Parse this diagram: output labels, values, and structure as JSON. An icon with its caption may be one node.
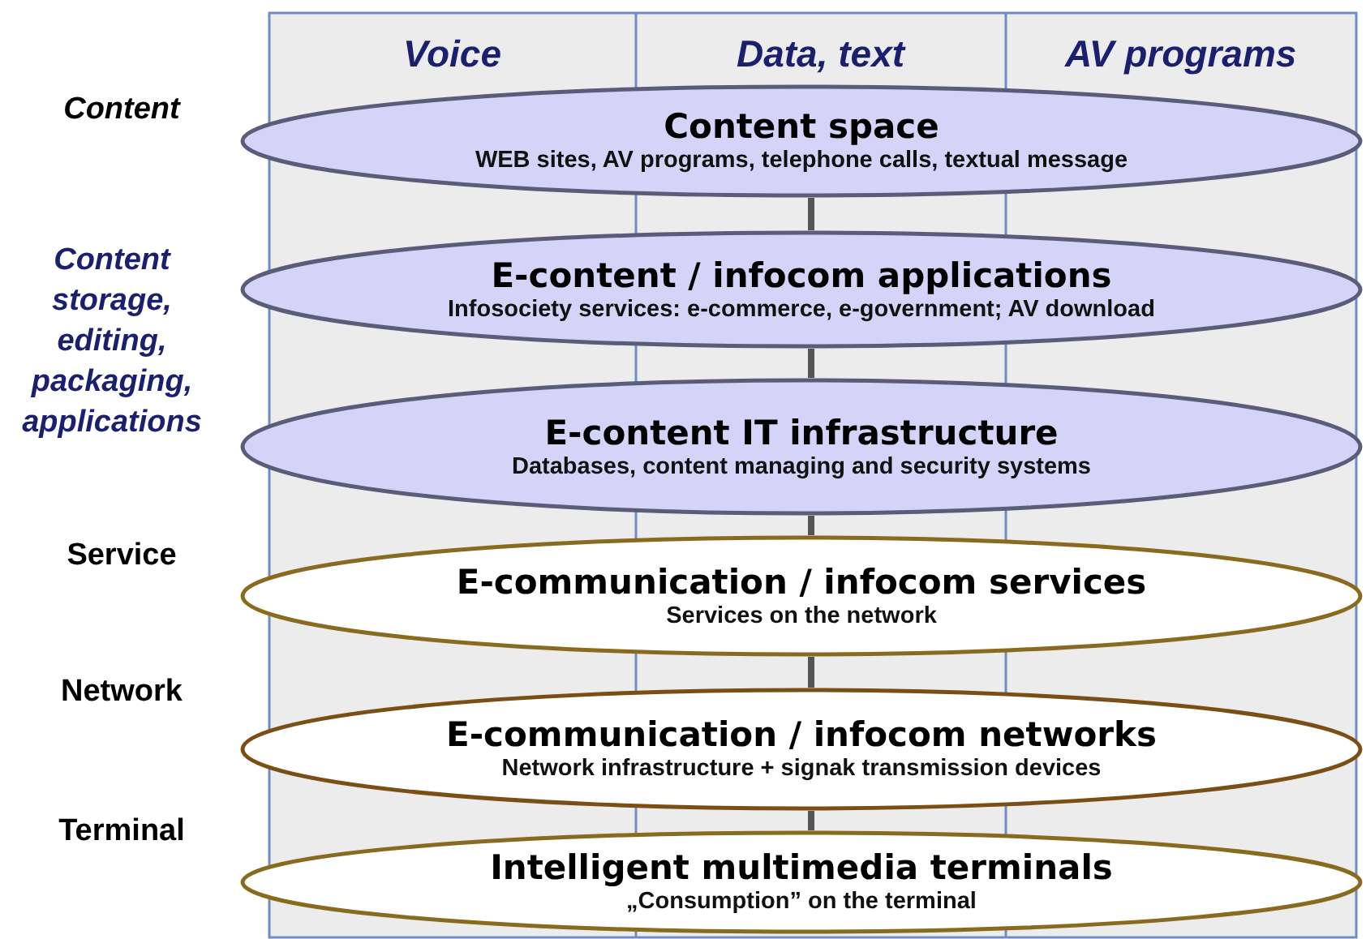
{
  "diagram": {
    "nodes": [
      {
        "text": [
          "Content space",
          "WEB sites, AV programs, telephone calls, textual message"
        ]
      },
      {
        "text": [
          "E-content / infocom applications",
          "Infosociety services: e-commerce, e-government; AV download"
        ]
      },
      {
        "text": [
          "E-content IT infrastructure",
          "Databases, content managing and security systems"
        ]
      },
      {
        "text": [
          "E-communication / infocom services",
          "Services on the network"
        ]
      },
      {
        "text": [
          "E-communication / infocom networks",
          "Network infrastructure + signak transmission devices"
        ]
      },
      {
        "text": [
          "Intelligent multimedia terminals",
          "„Consumption” on the terminal"
        ]
      }
    ],
    "edges": [
      {
        "from": 0,
        "to": 1,
        "arrow": "none"
      },
      {
        "from": 1,
        "to": 2,
        "arrow": "none"
      },
      {
        "from": 2,
        "to": 3,
        "arrow": "none"
      },
      {
        "from": 3,
        "to": 4,
        "arrow": "none"
      },
      {
        "from": 4,
        "to": 5,
        "arrow": "none"
      }
    ],
    "labels": [
      "Voice",
      "Data, text",
      "AV programs",
      "Content",
      "Content storage, editing, packaging, applications",
      "Service",
      "Network",
      "Terminal"
    ]
  }
}
